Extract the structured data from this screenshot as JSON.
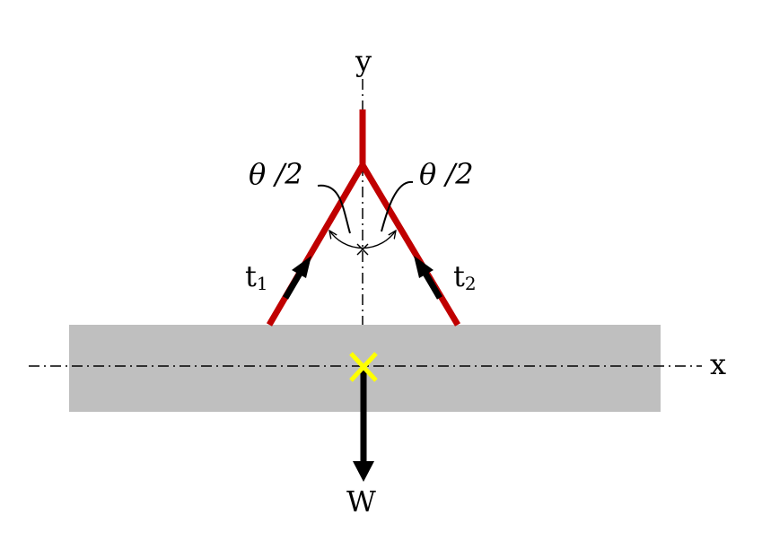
{
  "labels": {
    "y_axis": "y",
    "x_axis": "x",
    "weight": "W",
    "angle_left": "θ /2",
    "angle_right": "θ /2",
    "tension_1": {
      "base": "t",
      "sub": "1"
    },
    "tension_2": {
      "base": "t",
      "sub": "2"
    }
  },
  "colors": {
    "cable": "#c00000",
    "block": "#bfbfbf",
    "arrow": "#000000",
    "center_mark": "#ffff00",
    "axis": "#000000"
  }
}
